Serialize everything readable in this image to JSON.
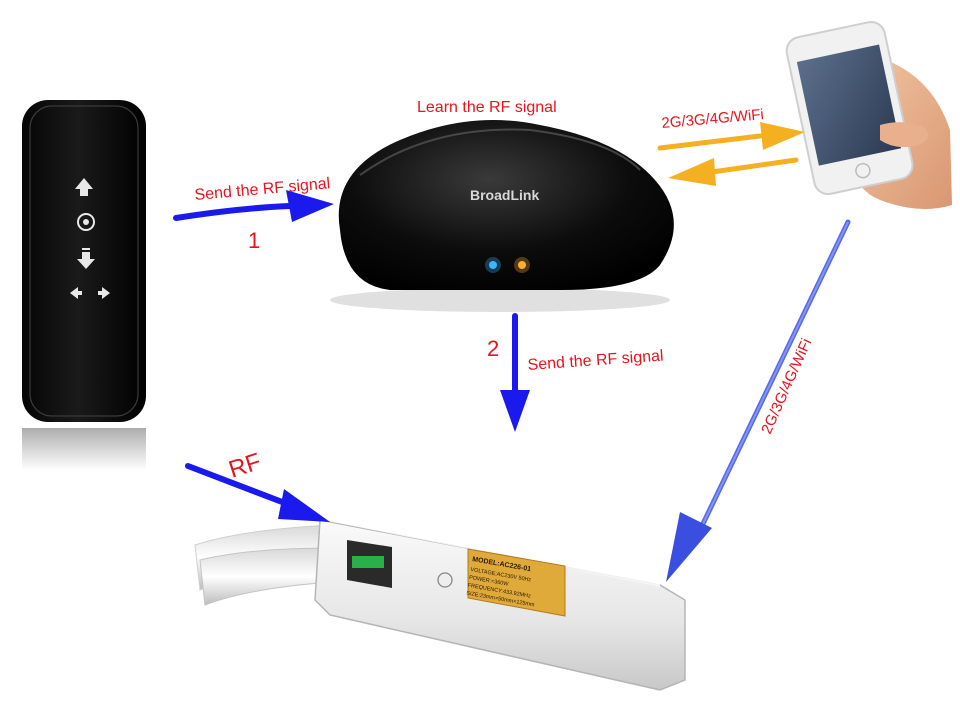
{
  "labels": {
    "learn": "Learn the RF signal",
    "send1": "Send the RF signal",
    "step1": "1",
    "send2": "Send the RF signal",
    "step2": "2",
    "net_top": "2G/3G/4G/WiFi",
    "net_diag": "2G/3G/4G/WiFi",
    "rf": "RF"
  },
  "hub": {
    "brand": "BroadLink"
  },
  "motor_label": {
    "model": "MODEL:AC226-01",
    "lines": [
      "VOLTAGE:AC230V 50Hz",
      "POWER:<360W",
      "FREQUENCY:433.92MHz",
      "SIZE:23mm×50mm×125mm"
    ]
  },
  "colors": {
    "blue_arrow": "#1a1aee",
    "orange_arrow": "#f5b021",
    "label_red": "#e8141c",
    "diag_arrow": "#3a4fe0"
  },
  "icons": {
    "remote_up": "arrow-up-icon",
    "remote_stop": "circle-stop-icon",
    "remote_down": "arrow-down-icon",
    "remote_left": "arrow-left-icon",
    "remote_right": "arrow-right-icon"
  }
}
